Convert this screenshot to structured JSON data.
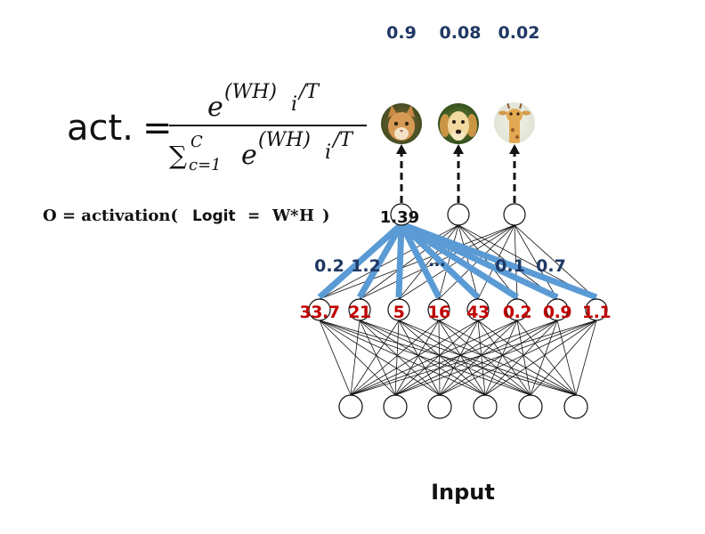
{
  "probabilities": [
    "0.9",
    "0.08",
    "0.02"
  ],
  "formula": {
    "lhs": "act.",
    "equals": "=",
    "num_base": "e",
    "num_exp": "(WH)",
    "num_sub": "i",
    "num_tail": "/T",
    "den_sum": "∑",
    "den_sub": "c=1",
    "den_sup": "C",
    "den_base": "e",
    "den_exp": "(WH)",
    "den_sub2": "i",
    "den_tail": "/T"
  },
  "equation": {
    "lhs": "O = activation(",
    "logit": "Logit",
    "eq": "=",
    "w": "W",
    "star": "*",
    "h": "H",
    "close": ")"
  },
  "output_value": "1.39",
  "weight_labels_left": [
    "0.2",
    "1.2"
  ],
  "ellipsis": "…",
  "weight_labels_right": [
    "0.1",
    "0.7"
  ],
  "hidden_values": [
    "33.7",
    "21",
    "5",
    "16",
    "43",
    "0.2",
    "0.9",
    "1.1"
  ],
  "input_label": "Input",
  "images": [
    "cat-icon",
    "dog-icon",
    "giraffe-icon"
  ],
  "colors": {
    "navy": "#1f3864",
    "red": "#c00000",
    "weight_edge": "#5b9bd5"
  }
}
